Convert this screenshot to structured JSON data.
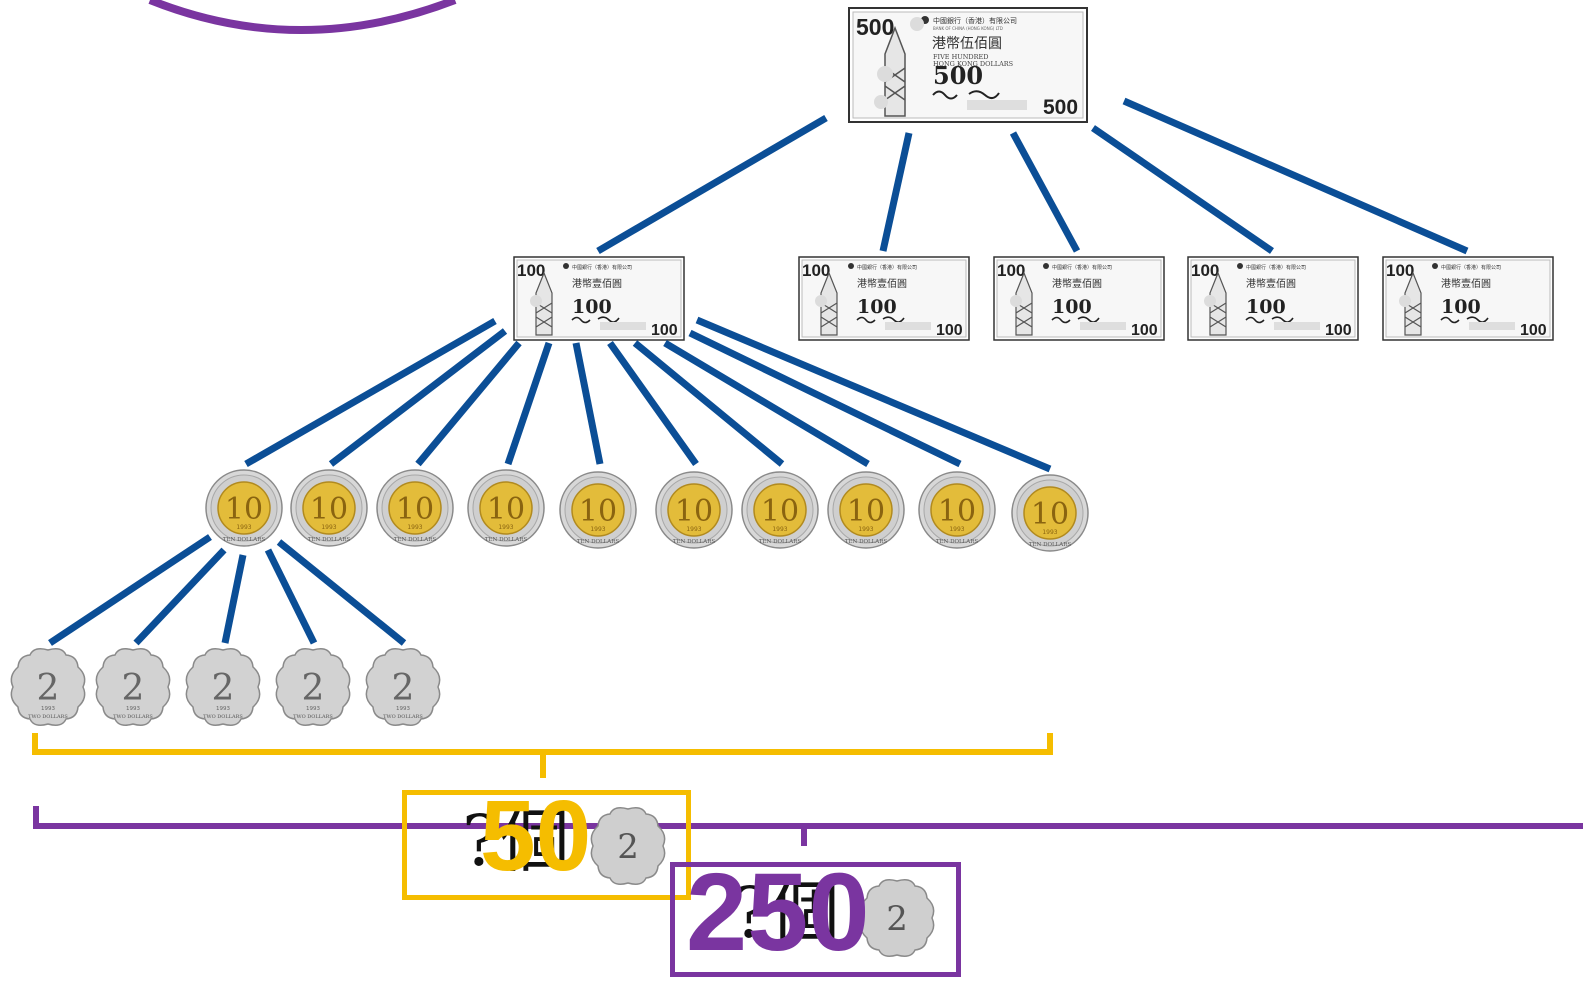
{
  "bills": {
    "five_hundred": {
      "value": "500",
      "bank": "中國銀行（香港）有限公司",
      "bank_en": "BANK OF CHINA (HONG KONG) LTD",
      "title": "港幣伍佰圓",
      "english_line1": "FIVE HUNDRED",
      "english_line2": "HONG KONG DOLLARS"
    },
    "one_hundred": {
      "value": "100",
      "bank": "中國銀行（香港）有限公司",
      "title": "港幣壹佰圓",
      "count": 5
    }
  },
  "coins": {
    "ten": {
      "value": "10",
      "year": "1993",
      "text": "TEN DOLLARS",
      "count": 10
    },
    "two": {
      "value": "2",
      "year": "1993",
      "text": "TWO DOLLARS",
      "count": 5
    }
  },
  "notes": {
    "yellow": {
      "question": "?個",
      "answer": "50"
    },
    "purple": {
      "question": "?個",
      "answer": "250"
    }
  },
  "colors": {
    "connector": "#0b4e96",
    "yellow_bracket": "#f5bd00",
    "purple_bracket": "#7a35a0",
    "coin_gold": "#e3bc3a",
    "coin_silver": "#c9c9c9"
  }
}
